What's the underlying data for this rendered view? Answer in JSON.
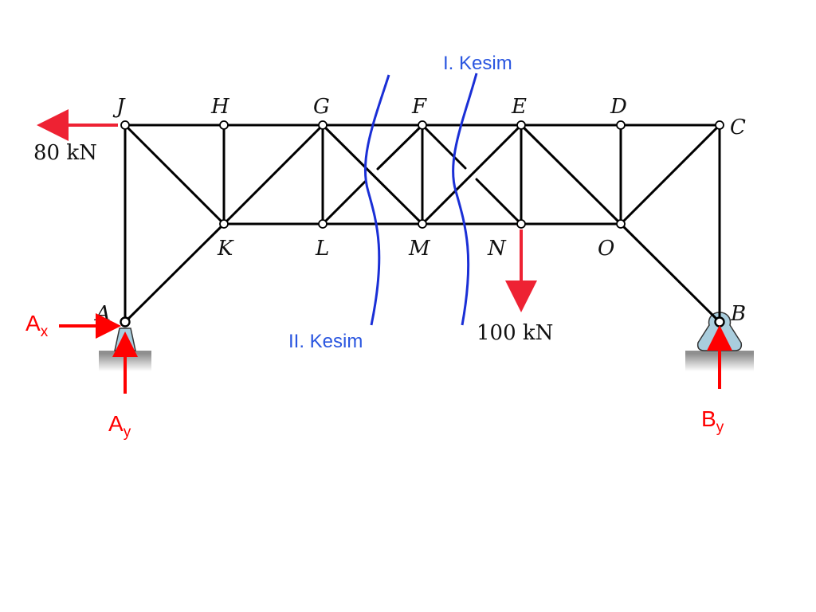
{
  "diagram": {
    "nodes": {
      "J": "J",
      "H": "H",
      "G": "G",
      "F": "F",
      "E": "E",
      "D": "D",
      "C": "C",
      "K": "K",
      "L": "L",
      "M": "M",
      "N": "N",
      "O": "O",
      "A": "A",
      "B": "B"
    },
    "loads": {
      "horizontal": "80 kN",
      "vertical": "100 kN"
    },
    "cuts": {
      "first": "I. Kesim",
      "second": "II. Kesim"
    },
    "reactions": {
      "ax_main": "A",
      "ax_sub": "x",
      "ay_main": "A",
      "ay_sub": "y",
      "by_main": "B",
      "by_sub": "y"
    },
    "colors": {
      "member": "#000000",
      "cut_line": "#1a2fd6",
      "cut_text": "#2a56e0",
      "reaction": "#ff0000",
      "load_arrow": "#ee2233",
      "support_fill": "#a9cddd",
      "ground": "#8f8f8f"
    }
  }
}
